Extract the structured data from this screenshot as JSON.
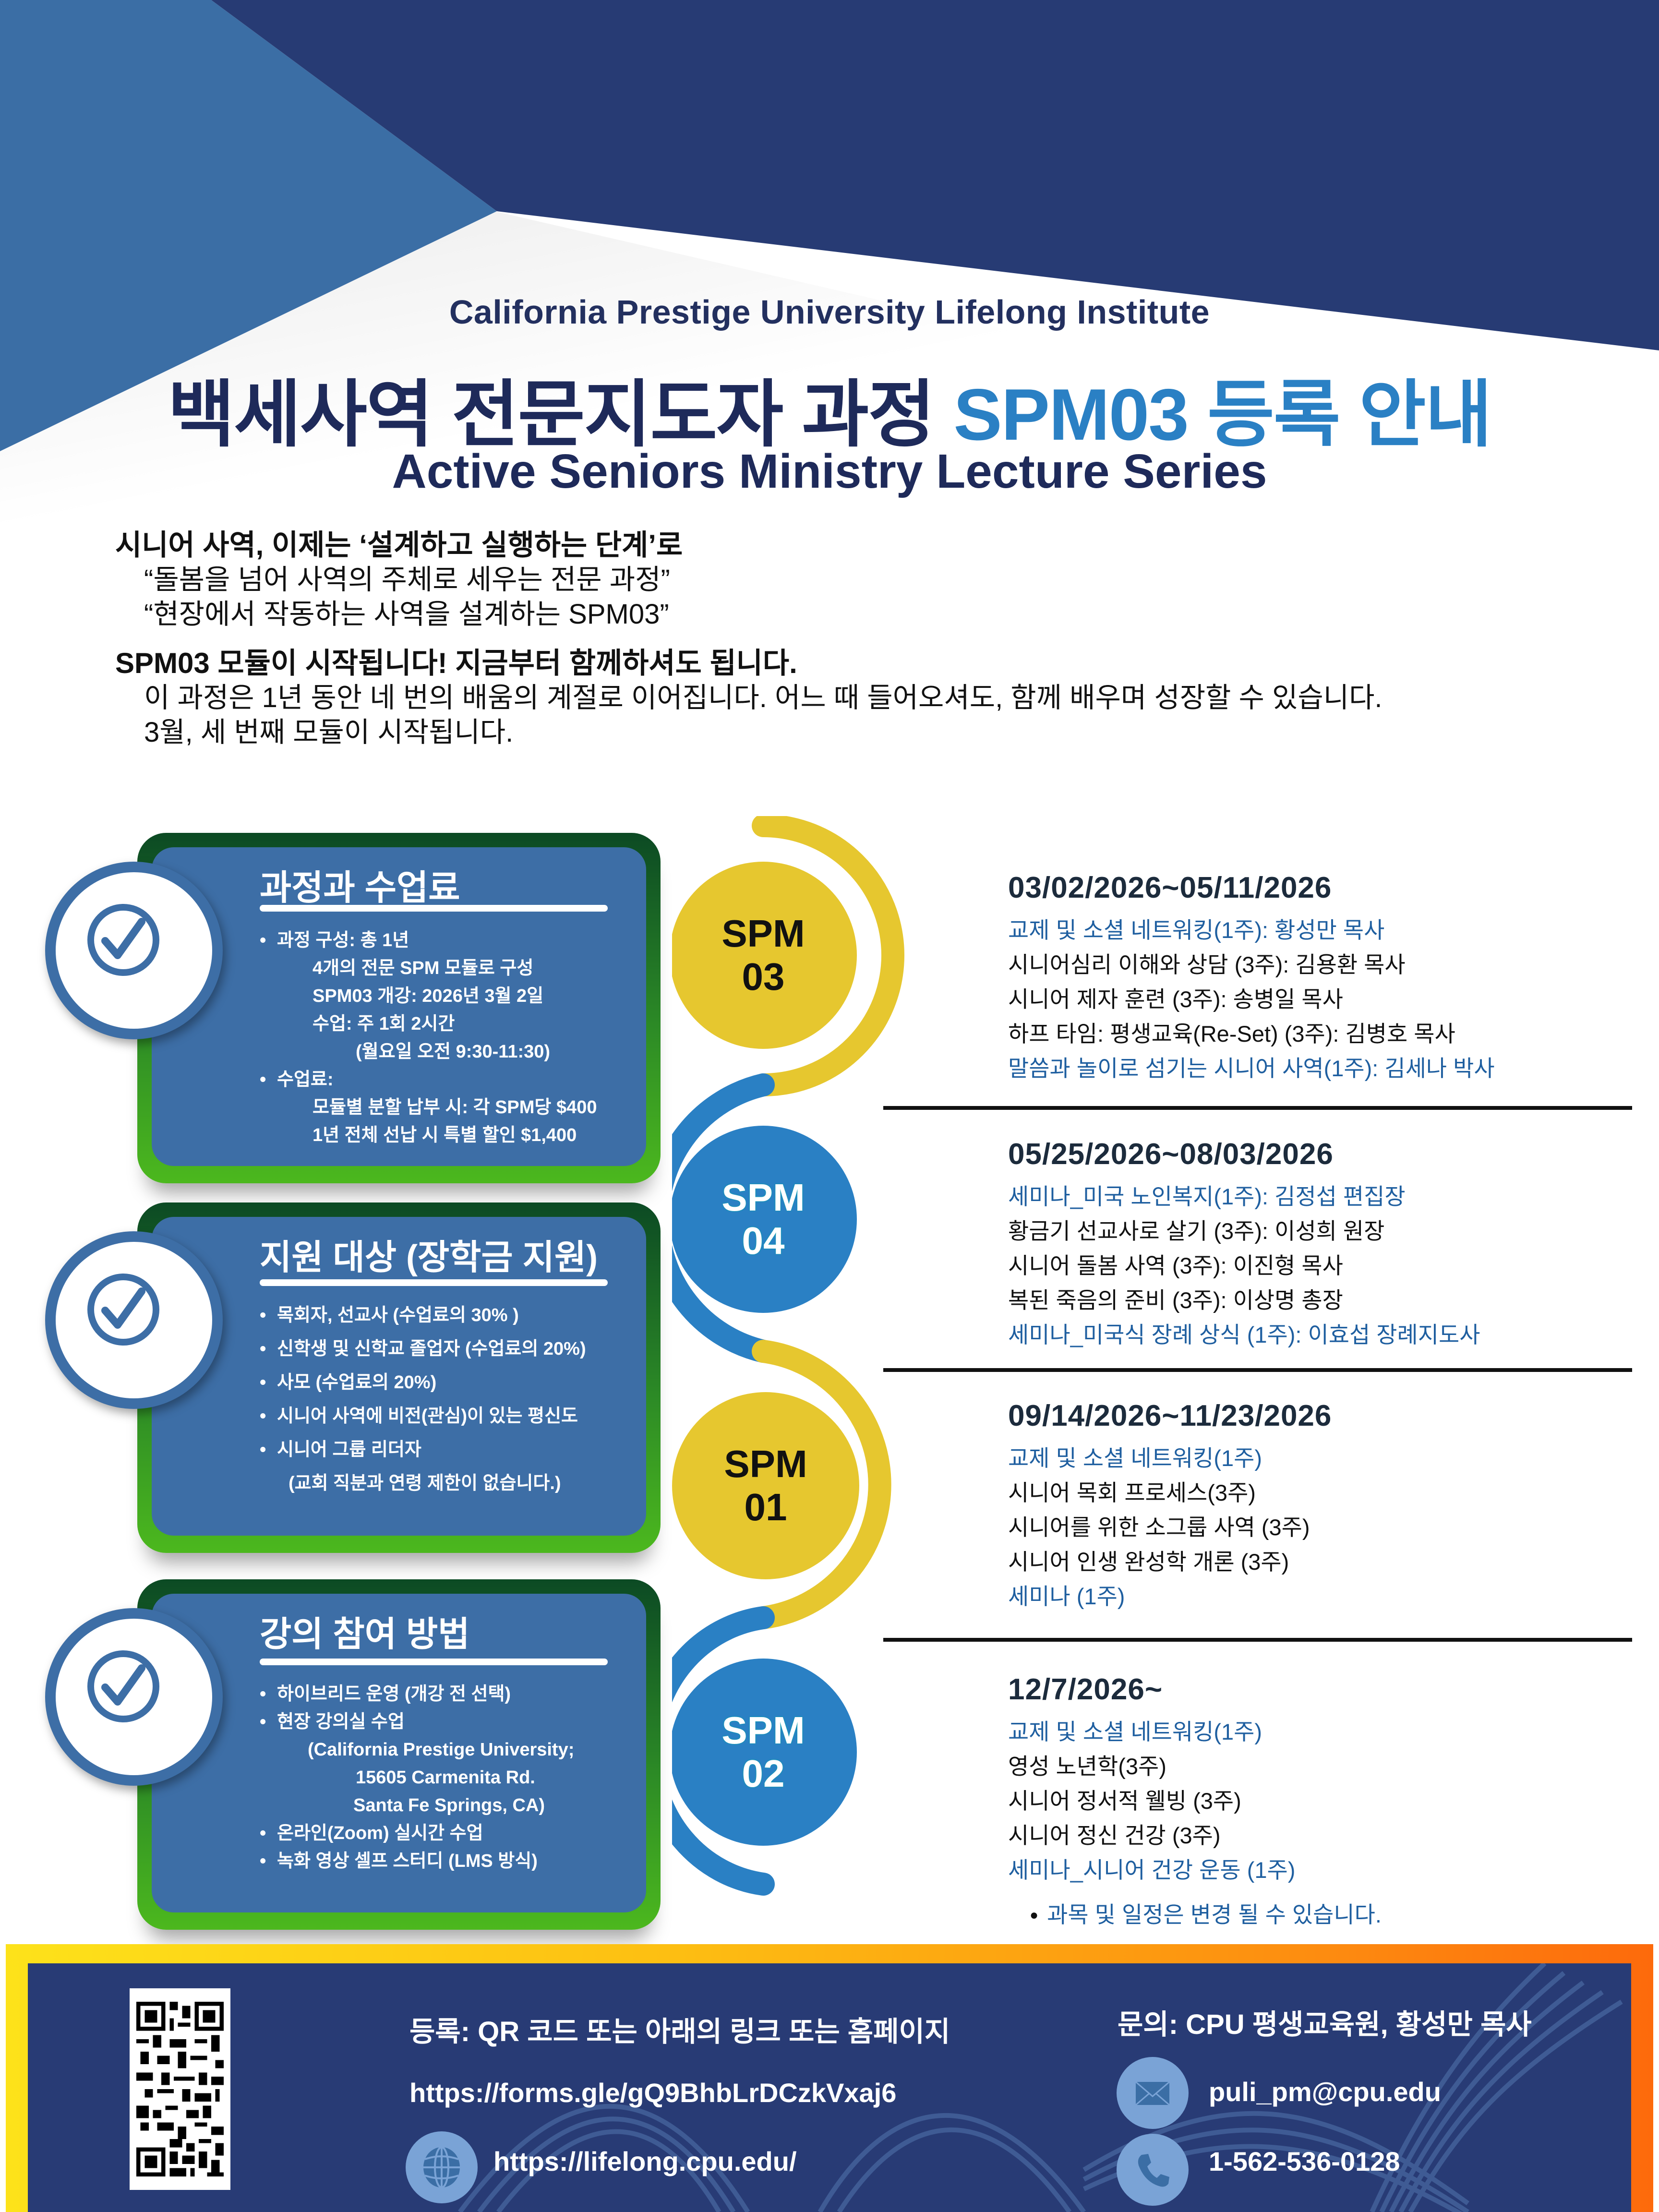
{
  "header": {
    "institute": "California Prestige University Lifelong Institute",
    "title_main": "백세사역 전문지도자 과정 ",
    "title_accent": "SPM03 등록 안내",
    "subtitle": "Active Seniors Ministry Lecture Series"
  },
  "intro": {
    "lead": "시니어 사역, 이제는 ‘설계하고 실행하는 단계’로",
    "quote1": "“돌봄을 넘어 사역의 주체로 세우는 전문 과정”",
    "quote2": "“현장에서 작동하는 사역을 설계하는 SPM03”",
    "announce": "SPM03 모듈이 시작됩니다! 지금부터 함께하셔도 됩니다.",
    "desc1": "이 과정은 1년 동안 네 번의 배움의 계절로 이어집니다.  어느 때 들어오셔도, 함께 배우며 성장할 수 있습니다.",
    "desc2": "3월, 세 번째 모듈이 시작됩니다."
  },
  "cards": [
    {
      "title": "과정과 수업료",
      "icon": "check-circle-icon",
      "lines": [
        {
          "text": "과정 구성: 총 1년",
          "level": "bullet"
        },
        {
          "text": "4개의 전문 SPM 모듈로 구성",
          "level": "sub"
        },
        {
          "text": "SPM03 개강: 2026년 3월 2일",
          "level": "sub"
        },
        {
          "text": "수업: 주 1회 2시간",
          "level": "sub"
        },
        {
          "text": "(월요일 오전 9:30-11:30)",
          "level": "sub2"
        },
        {
          "text": "수업료:",
          "level": "bullet"
        },
        {
          "text": "모듈별 분할 납부 시: 각 SPM당 $400",
          "level": "sub"
        },
        {
          "text": "1년 전체 선납 시 특별 할인 $1,400",
          "level": "sub"
        }
      ]
    },
    {
      "title": "지원 대상 (장학금 지원)",
      "icon": "check-circle-icon",
      "lines": [
        {
          "text": "목회자, 선교사 (수업료의 30% )",
          "level": "bullet"
        },
        {
          "text": "신학생 및 신학교 졸업자 (수업료의 20%)",
          "level": "bullet"
        },
        {
          "text": "사모 (수업료의 20%)",
          "level": "bullet"
        },
        {
          "text": "시니어 사역에 비전(관심)이 있는 평신도",
          "level": "bullet"
        },
        {
          "text": "시니어 그룹 리더자",
          "level": "bullet"
        },
        {
          "text": "(교회 직분과 연령 제한이 없습니다.)",
          "level": "sub"
        }
      ]
    },
    {
      "title": "강의 참여 방법",
      "icon": "check-circle-icon",
      "lines": [
        {
          "text": "하이브리드 운영 (개강 전 선택)",
          "level": "bullet"
        },
        {
          "text": " 현장 강의실 수업",
          "level": "bullet"
        },
        {
          "text": "(California Prestige University;",
          "level": "sub"
        },
        {
          "text": "15605 Carmenita Rd.",
          "level": "sub3"
        },
        {
          "text": "Santa Fe Springs, CA)",
          "level": "sub5"
        },
        {
          "text": " 온라인(Zoom) 실시간 수업",
          "level": "bullet"
        },
        {
          "text": " 녹화 영상 셀프 스터디 (LMS 방식)",
          "level": "bullet"
        }
      ]
    }
  ],
  "timeline": {
    "colors": {
      "yellow": "#e6c72f",
      "blue": "#2a80c4"
    },
    "modules": [
      {
        "label1": "SPM",
        "label2": "03",
        "color": "yellow",
        "date": "03/02/2026~05/11/2026",
        "items": [
          {
            "text": "교제 및 소셜 네트워킹(1주): 황성만 목사",
            "highlight": true
          },
          {
            "text": "시니어심리 이해와 상담 (3주): 김용환 목사",
            "highlight": false
          },
          {
            "text": "시니어 제자 훈련 (3주): 송병일 목사",
            "highlight": false
          },
          {
            "text": "하프 타임: 평생교육(Re-Set) (3주): 김병호 목사",
            "highlight": false
          },
          {
            "text": "말씀과 놀이로 섬기는 시니어 사역(1주): 김세나 박사",
            "highlight": true
          }
        ]
      },
      {
        "label1": "SPM",
        "label2": "04",
        "color": "blue",
        "date": "05/25/2026~08/03/2026",
        "items": [
          {
            "text": "세미나_미국 노인복지(1주): 김정섭 편집장",
            "highlight": true
          },
          {
            "text": "황금기 선교사로 살기 (3주): 이성희 원장",
            "highlight": false
          },
          {
            "text": "시니어 돌봄 사역 (3주): 이진형 목사",
            "highlight": false
          },
          {
            "text": "복된 죽음의 준비 (3주): 이상명 총장",
            "highlight": false
          },
          {
            "text": "세미나_미국식 장례 상식 (1주): 이효섭 장례지도사",
            "highlight": true
          }
        ]
      },
      {
        "label1": "SPM",
        "label2": "01",
        "color": "yellow",
        "date": "09/14/2026~11/23/2026",
        "items": [
          {
            "text": "교제 및 소셜 네트워킹(1주)",
            "highlight": true
          },
          {
            "text": "시니어 목회 프로세스(3주)",
            "highlight": false
          },
          {
            "text": "시니어를 위한 소그룹 사역 (3주)",
            "highlight": false
          },
          {
            "text": "시니어 인생 완성학 개론 (3주)",
            "highlight": false
          },
          {
            "text": "세미나 (1주)",
            "highlight": true
          }
        ]
      },
      {
        "label1": "SPM",
        "label2": "02",
        "color": "blue",
        "date": "12/7/2026~",
        "items": [
          {
            "text": "교제 및 소셜 네트워킹(1주)",
            "highlight": true
          },
          {
            "text": "영성 노년학(3주)",
            "highlight": false
          },
          {
            "text": "시니어 정서적 웰빙 (3주)",
            "highlight": false
          },
          {
            "text": "시니어 정신 건강 (3주)",
            "highlight": false
          },
          {
            "text": "세미나_시니어 건강 운동 (1주)",
            "highlight": true
          }
        ]
      }
    ],
    "note": "과목 및 일정은 변경 될 수 있습니다."
  },
  "footer": {
    "qr_icon": "qr-code",
    "register_label": "등록: QR 코드 또는 아래의 링크 또는 홈페이지",
    "form_link": "https://forms.gle/gQ9BhbLrDCzkVxaj6",
    "homepage_link": "https://lifelong.cpu.edu/",
    "inquiry_label": "문의: CPU 평생교육원, 황성만 목사",
    "email": "puli_pm@cpu.edu",
    "phone": "1-562-536-0128",
    "colors": {
      "navy": "#283b75",
      "icon_bg": "#7aa3d6",
      "border_start": "#fde21a",
      "border_end": "#fd6a0c"
    }
  }
}
